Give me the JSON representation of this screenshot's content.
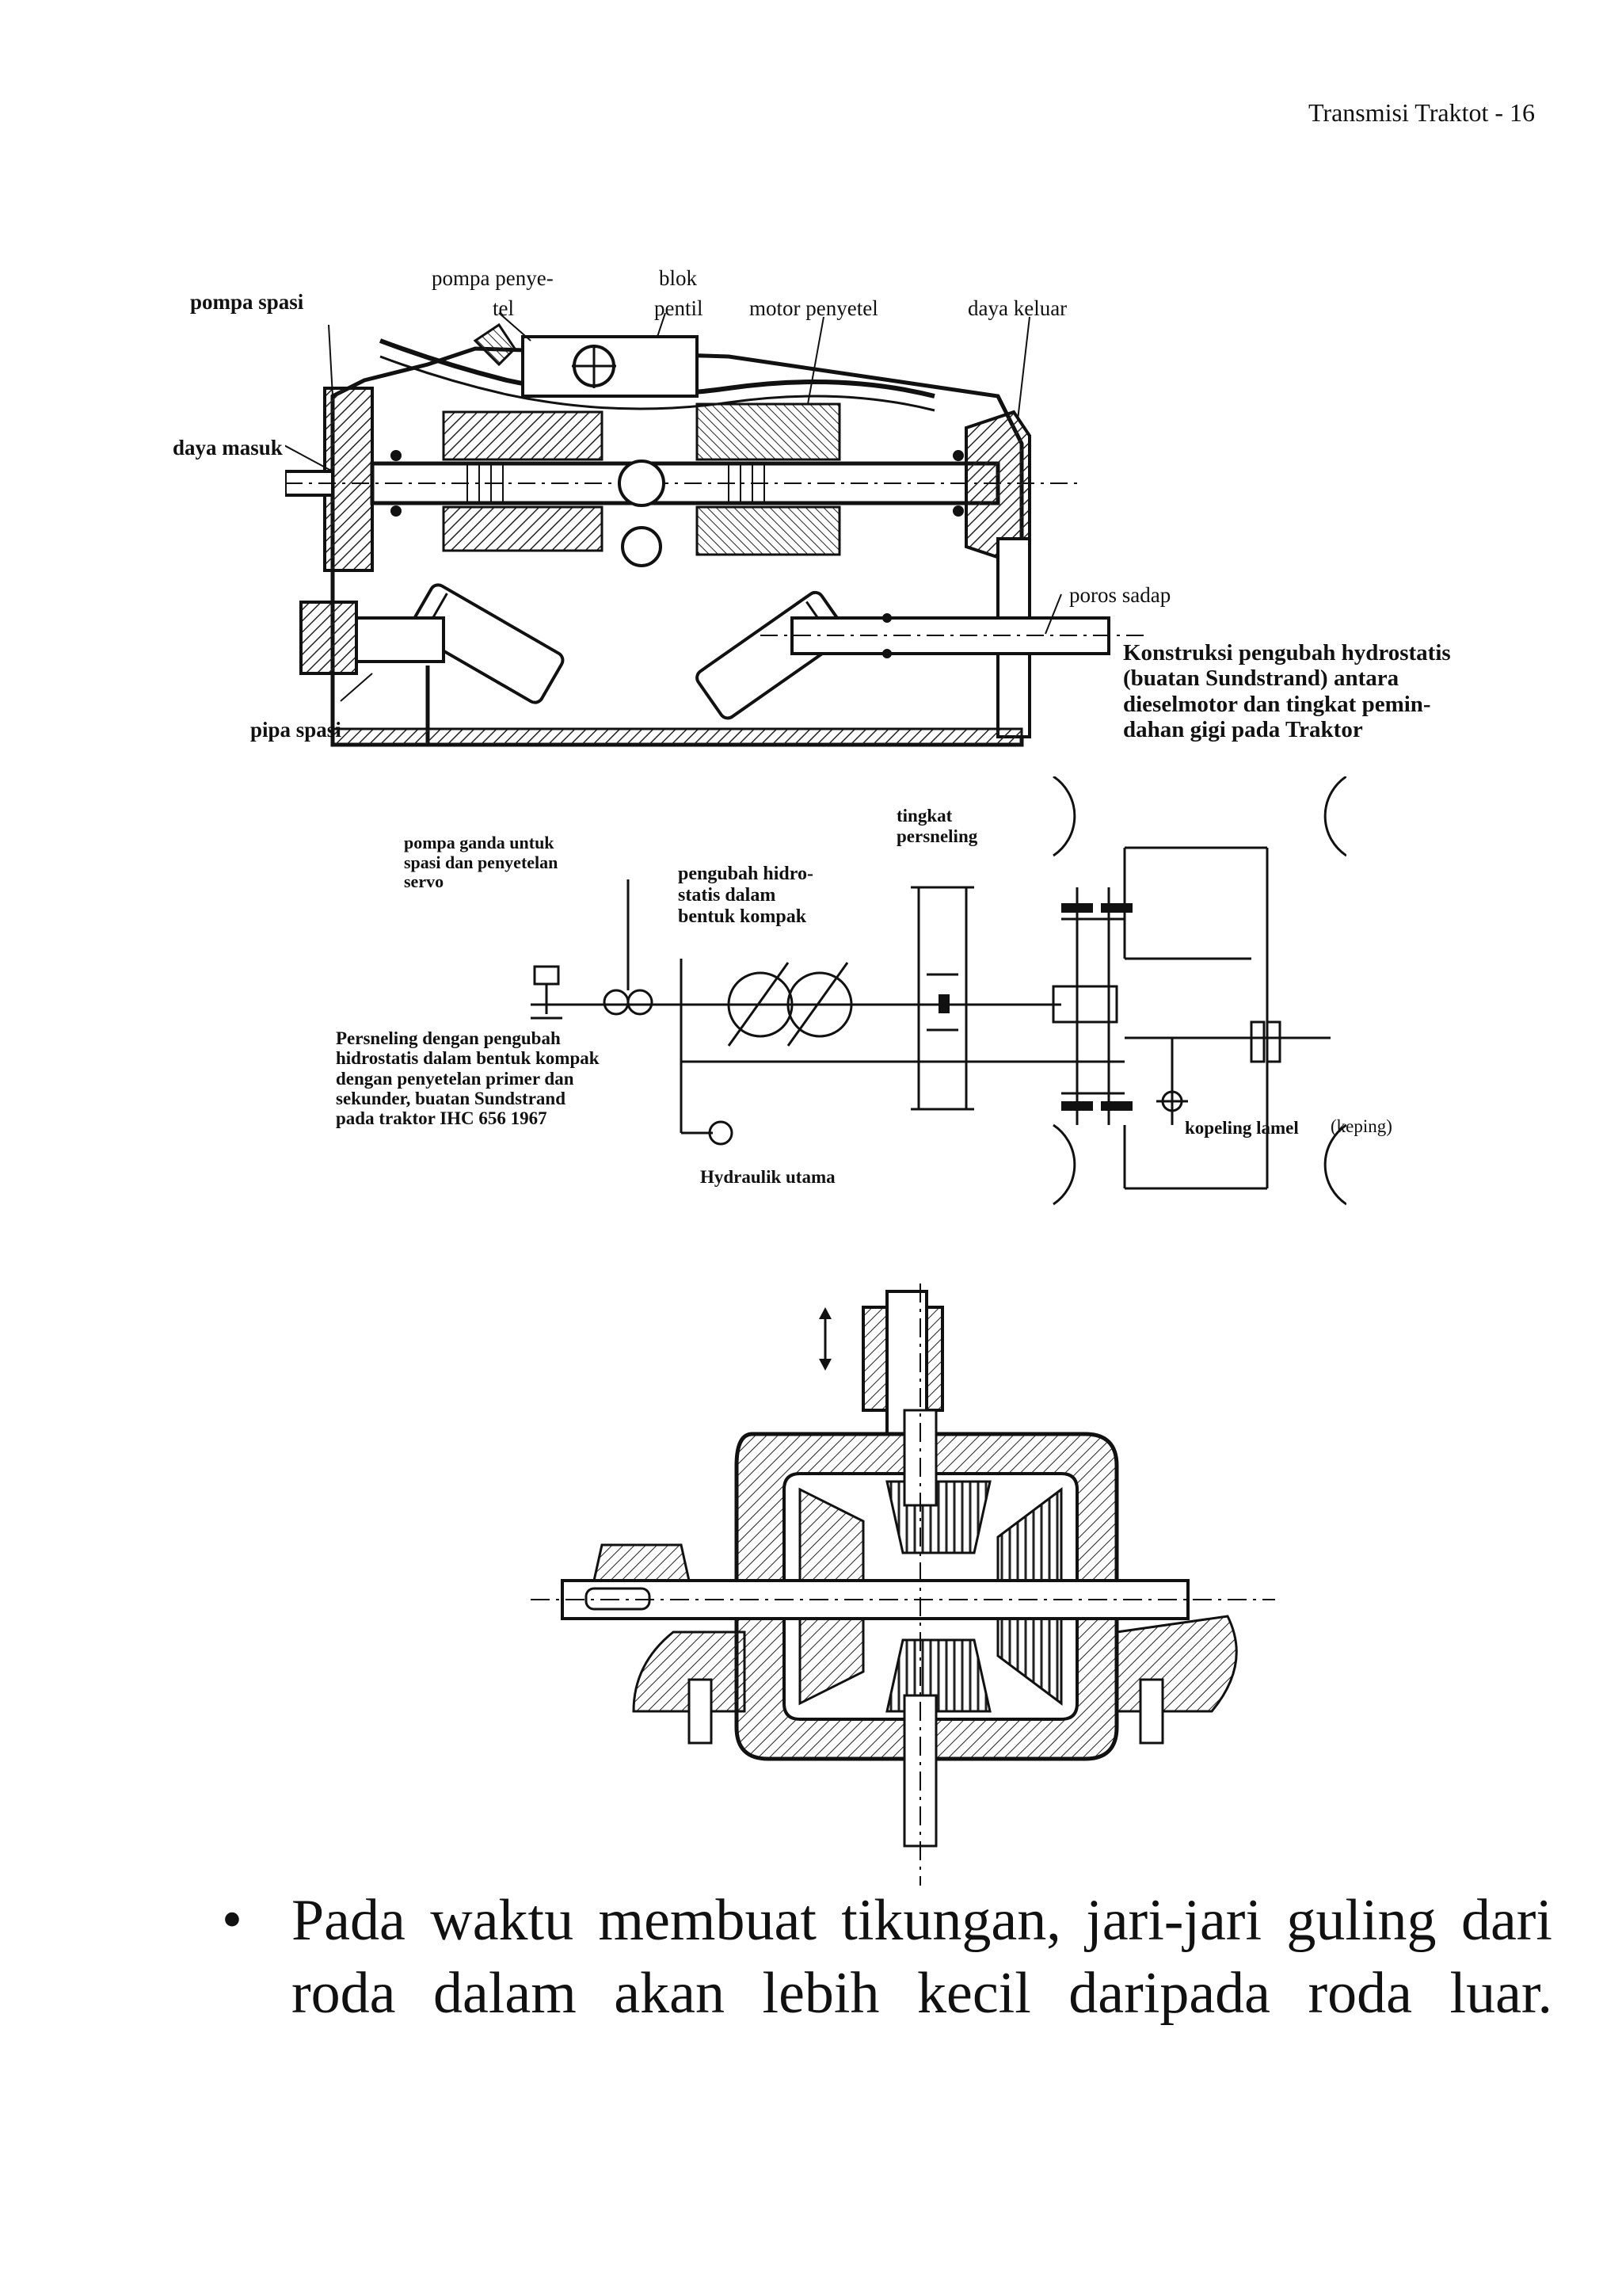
{
  "header": {
    "page_title": "Transmisi Traktot - 16"
  },
  "figure1": {
    "labels": {
      "pompa_spasi": "pompa spasi",
      "pompa_penyetel": [
        "pompa penye-",
        "tel"
      ],
      "blok_pentil": [
        "blok",
        "pentil"
      ],
      "motor_penyetel": "motor penyetel",
      "daya_keluar": "daya keluar",
      "daya_masuk": "daya masuk",
      "poros_sadap": "poros sadap",
      "pipa_spasi": "pipa spasi"
    },
    "caption": [
      "Konstruksi pengubah hydrostatis",
      "(buatan Sundstrand) antara",
      "dieselmotor dan tingkat pemin-",
      "dahan gigi pada Traktor"
    ]
  },
  "figure2": {
    "labels": {
      "tingkat_persneling": [
        "tingkat",
        "persneling"
      ],
      "pompa_ganda": [
        "pompa ganda untuk",
        "spasi dan penyetelan",
        "servo"
      ],
      "pengubah_hidrostatis": [
        "pengubah hidro-",
        "statis dalam",
        "bentuk kompak"
      ],
      "hydraulik_utama": "Hydraulik utama",
      "kopeling_lamel": "kopeling lamel",
      "keping": "(keping)"
    },
    "caption": [
      "Persneling dengan pengubah",
      "hidrostatis dalam bentuk kompak",
      "dengan penyetelan primer dan",
      "sekunder, buatan Sundstrand",
      "pada traktor IHC 656 1967"
    ]
  },
  "body": {
    "bullet_lines": [
      "Pada waktu membuat tikungan, jari-jari guling dari",
      "roda dalam akan lebih kecil daripada roda luar."
    ]
  }
}
